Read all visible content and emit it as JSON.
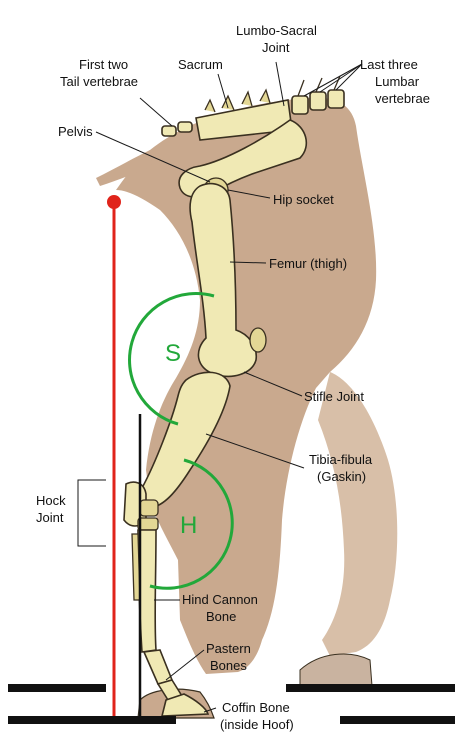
{
  "labels": {
    "lumbo_sacral": [
      "Lumbo-Sacral",
      "Joint"
    ],
    "sacrum": "Sacrum",
    "first_two_tail": [
      "First two",
      "Tail vertebrae"
    ],
    "last_three_lumbar": [
      "Last three",
      "Lumbar",
      "vertebrae"
    ],
    "pelvis": "Pelvis",
    "hip_socket": "Hip socket",
    "femur": "Femur (thigh)",
    "stifle": "Stifle Joint",
    "tibia": [
      "Tibia-fibula",
      "(Gaskin)"
    ],
    "hock": [
      "Hock",
      "Joint"
    ],
    "hind_cannon": [
      "Hind Cannon",
      "Bone"
    ],
    "pastern": [
      "Pastern",
      "Bones"
    ],
    "coffin": [
      "Coffin Bone",
      "(inside Hoof)"
    ]
  },
  "arcs": {
    "stifle_letter": "S",
    "hock_letter": "H"
  },
  "colors": {
    "body": "#c9a98e",
    "bone": "#f0e9b4",
    "angle_arc": "#22a83a",
    "plumb_line": "#e0241b",
    "ground": "#111111"
  }
}
